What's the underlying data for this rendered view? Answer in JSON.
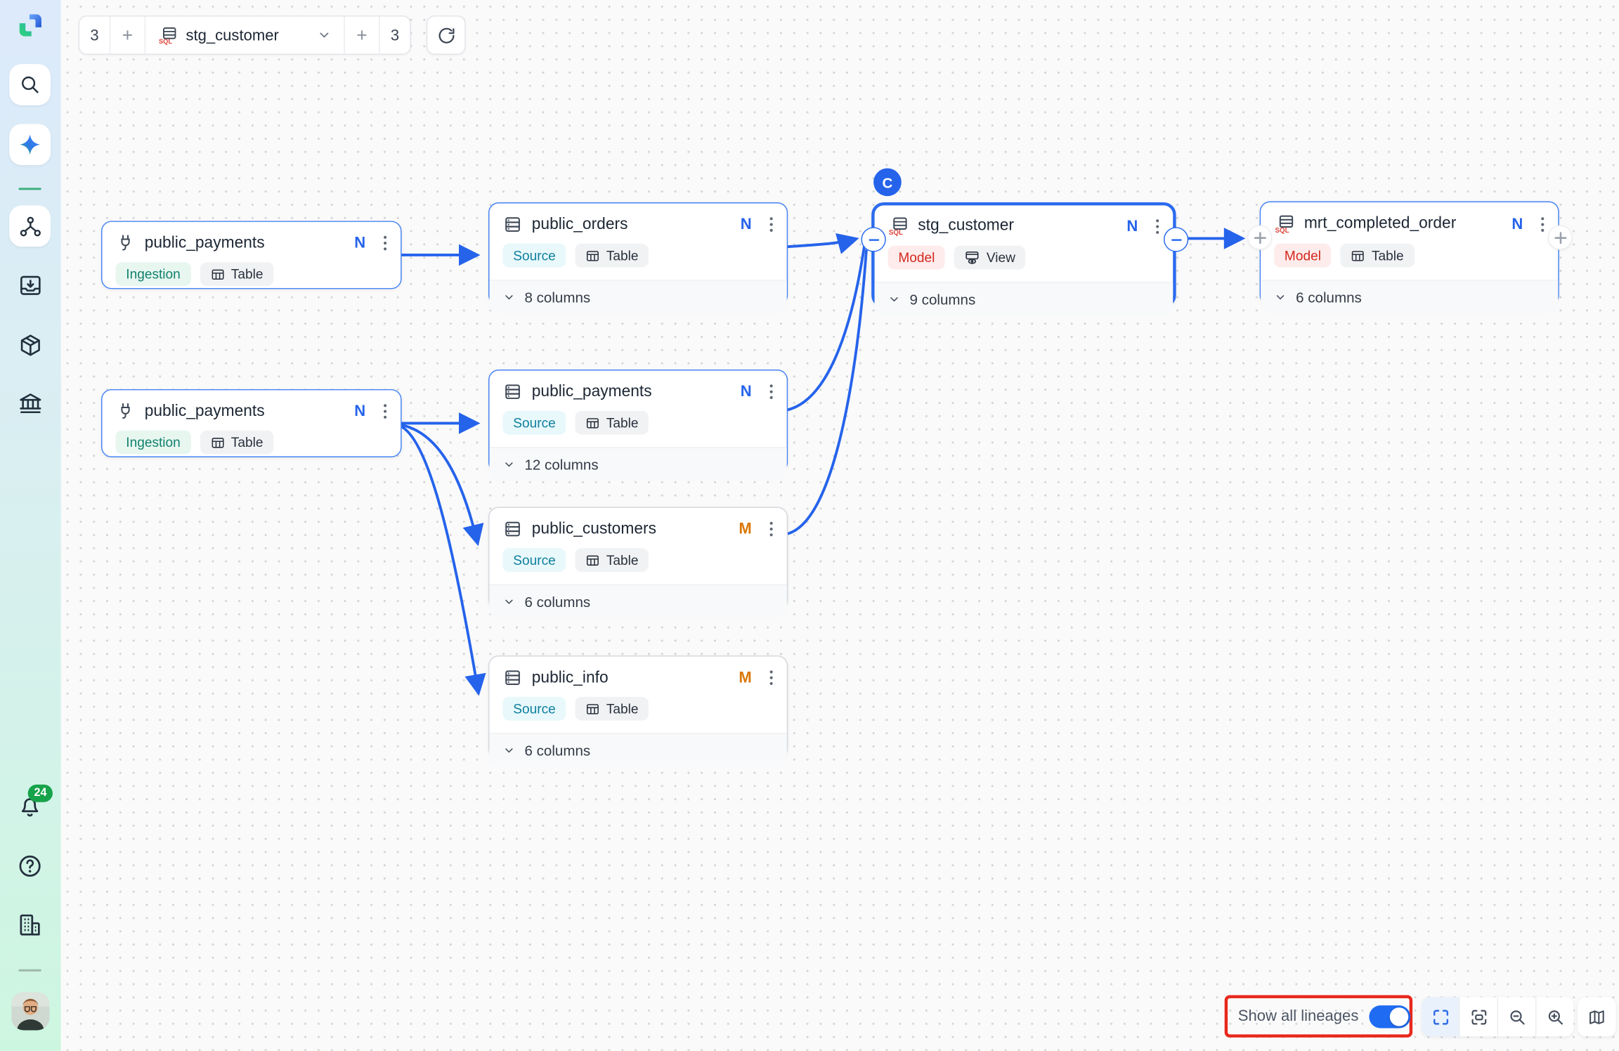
{
  "toolbar": {
    "upstream_depth": "3",
    "downstream_depth": "3",
    "plus_label": "+",
    "selected_node": "stg_customer"
  },
  "sidebar": {
    "notification_count": "24"
  },
  "nodes": [
    {
      "id": "public_payments_ingestion_top",
      "name": "public_payments",
      "badge": "N",
      "type": "Ingestion",
      "materialization": "Table"
    },
    {
      "id": "public_orders",
      "name": "public_orders",
      "badge": "N",
      "type": "Source",
      "materialization": "Table",
      "columns": "8 columns"
    },
    {
      "id": "public_payments_source",
      "name": "public_payments",
      "badge": "N",
      "type": "Source",
      "materialization": "Table",
      "columns": "12 columns"
    },
    {
      "id": "public_customers",
      "name": "public_customers",
      "badge": "M",
      "type": "Source",
      "materialization": "Table",
      "columns": "6 columns"
    },
    {
      "id": "public_info",
      "name": "public_info",
      "badge": "M",
      "type": "Source",
      "materialization": "Table",
      "columns": "6 columns"
    },
    {
      "id": "stg_customer",
      "name": "stg_customer",
      "badge": "N",
      "type": "Model",
      "materialization": "View",
      "columns": "9 columns",
      "anchor_badge": "C"
    },
    {
      "id": "mrt_completed_order",
      "name": "mrt_completed_order",
      "badge": "N",
      "type": "Model",
      "materialization": "Table",
      "columns": "6 columns"
    },
    {
      "id": "public_payments_ingestion_bottom",
      "name": "public_payments",
      "badge": "N",
      "type": "Ingestion",
      "materialization": "Table"
    }
  ],
  "edges": [
    {
      "from": "public_payments_ingestion_top",
      "to": "public_orders"
    },
    {
      "from": "public_payments_ingestion_bottom",
      "to": "public_payments_source"
    },
    {
      "from": "public_payments_ingestion_bottom",
      "to": "public_customers"
    },
    {
      "from": "public_payments_ingestion_bottom",
      "to": "public_info"
    },
    {
      "from": "public_orders",
      "to": "stg_customer"
    },
    {
      "from": "public_payments_source",
      "to": "stg_customer"
    },
    {
      "from": "public_customers",
      "to": "stg_customer"
    },
    {
      "from": "stg_customer",
      "to": "mrt_completed_order"
    }
  ],
  "footer": {
    "show_all_lineages_label": "Show all lineages",
    "toggle_on": true
  },
  "colors": {
    "edge_blue": "#2563eb",
    "badge_new": "#2563eb",
    "badge_modified": "#d97706",
    "annotation_red": "#e8271b",
    "selection_blue": "#2a6bee"
  }
}
